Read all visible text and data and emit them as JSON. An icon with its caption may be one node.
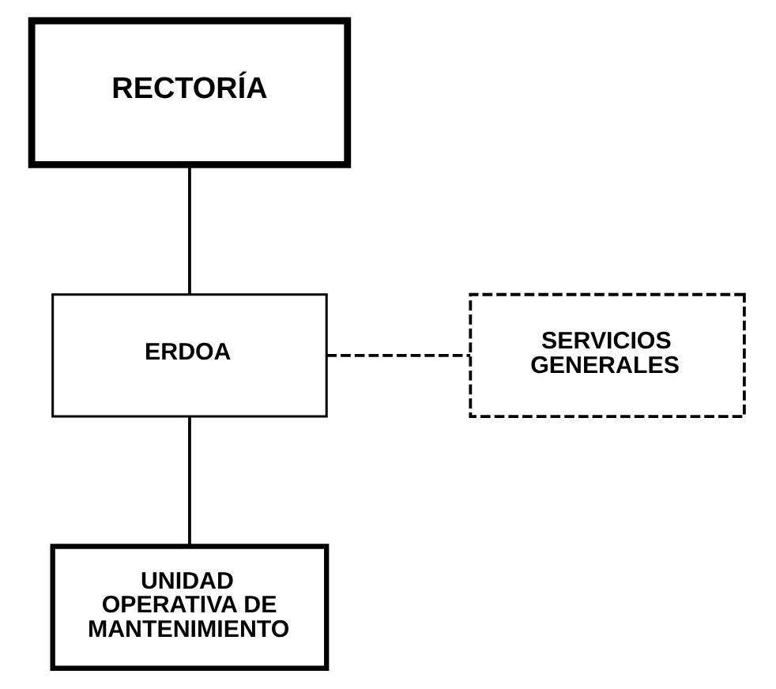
{
  "diagram": {
    "nodes": [
      {
        "text": [
          "RECTORÍA"
        ]
      },
      {
        "text": [
          "ERDOA"
        ]
      },
      {
        "text": [
          "SERVICIOS GENERALES"
        ]
      },
      {
        "text": [
          "UNIDAD OPERATIVA DE MANTENIMIENTO"
        ]
      }
    ],
    "edges": [
      {
        "from": 0,
        "to": 1,
        "arrow": "none"
      },
      {
        "from": 1,
        "to": 2,
        "arrow": "none",
        "style": "dashed"
      },
      {
        "from": 1,
        "to": 3,
        "arrow": "none"
      }
    ]
  }
}
